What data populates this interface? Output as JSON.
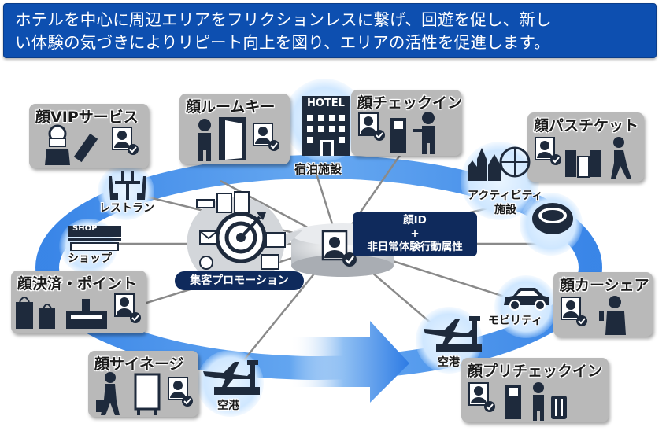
{
  "header": {
    "line1": "ホテルを中心に周辺エリアをフリクションレスに繋げ、回遊を促し、新し",
    "line2": "い体験の気づきによりリピート向上を図り、エリアの活性を促進します。"
  },
  "panels": {
    "vip": "顔VIPサービス",
    "roomkey": "顔ルームキー",
    "checkin": "顔チェックイン",
    "passticket": "顔パスチケット",
    "payment": "顔決済・ポイント",
    "carshare": "顔カーシェア",
    "signage": "顔サイネージ",
    "precheckin": "顔プリチェックイン"
  },
  "nodes": {
    "hotel_sign": "HOTEL",
    "lodging": "宿泊施設",
    "restaurant": "レストラン",
    "shop_sign": "SHOP",
    "shop": "ショップ",
    "activity_line1": "アクティビティ",
    "activity_line2": "施設",
    "mobility": "モビリティ",
    "airport_right": "空港",
    "airport_left": "空港"
  },
  "center": {
    "line1": "顔ID",
    "line2": "+",
    "line3": "非日常体験行動属性",
    "promotion": "集客プロモーション"
  },
  "colors": {
    "header_bg": "#0d4fb0",
    "panel_bg": "#b9b9b9",
    "navy": "#0f2a5c",
    "ring_blue": "#2f7fe6",
    "icon_dark": "#1e2a3c"
  }
}
